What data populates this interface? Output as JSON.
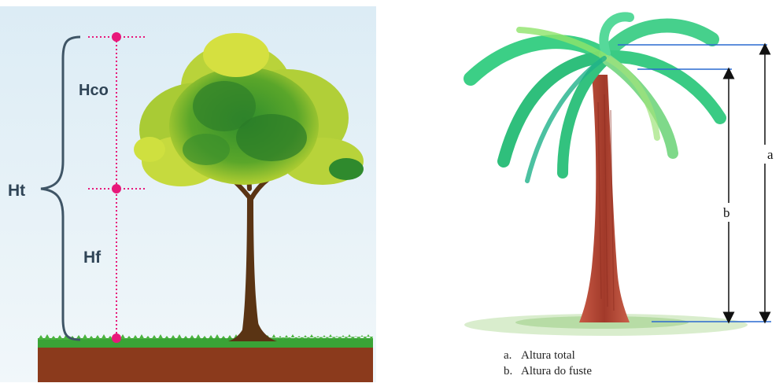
{
  "left_figure": {
    "labels": {
      "total_height": "Ht",
      "crown_height": "Hco",
      "bole_height": "Hf"
    },
    "colors": {
      "sky": "#e6f1f7",
      "soil": "#8b3a1c",
      "grass": "#3aa336",
      "marker": "#e8187a",
      "brace": "#3f5566",
      "trunk": "#5a3414"
    }
  },
  "right_figure": {
    "labels": {
      "total_height": "a",
      "bole_height": "b"
    },
    "legend": [
      {
        "key": "a.",
        "text": "Altura total"
      },
      {
        "key": "b.",
        "text": "Altura do fuste"
      }
    ],
    "colors": {
      "trunk": "#b54432",
      "fronds": "#36c27a",
      "measure_line": "#2a6ad0",
      "arrow": "#111111"
    }
  }
}
